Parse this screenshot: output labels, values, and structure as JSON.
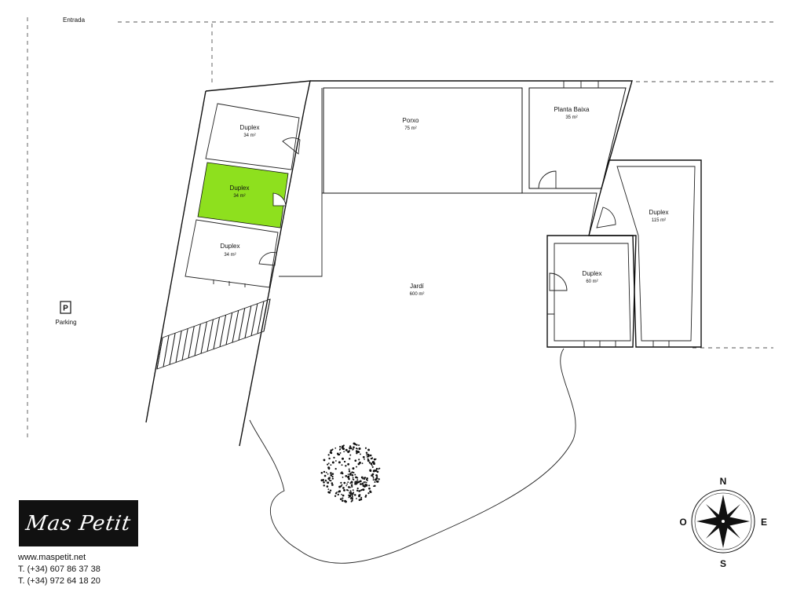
{
  "plan": {
    "entrance_label": "Entrada",
    "parking": {
      "icon_letter": "P",
      "label": "Parking"
    },
    "rooms": [
      {
        "id": "duplex-top",
        "name": "Duplex",
        "area": "34 m²",
        "selected": false
      },
      {
        "id": "duplex-mid",
        "name": "Duplex",
        "area": "34 m²",
        "selected": true
      },
      {
        "id": "duplex-low",
        "name": "Duplex",
        "area": "34 m²",
        "selected": false
      },
      {
        "id": "porxo",
        "name": "Porxo",
        "area": "75 m²",
        "selected": false
      },
      {
        "id": "planta-baixa",
        "name": "Planta Baixa",
        "area": "35 m²",
        "selected": false
      },
      {
        "id": "duplex-115",
        "name": "Duplex",
        "area": "115 m²",
        "selected": false
      },
      {
        "id": "duplex-60",
        "name": "Duplex",
        "area": "60 m²",
        "selected": false
      },
      {
        "id": "jardi",
        "name": "Jardí",
        "area": "600 m²",
        "selected": false
      }
    ],
    "compass": {
      "north": "N",
      "south": "S",
      "east": "E",
      "west": "O"
    }
  },
  "colors": {
    "selected_room": "#8ee01e",
    "walls": "#111111",
    "background": "#ffffff"
  },
  "brand": {
    "logo_text": "Mas Petit",
    "website": "www.maspetit.net",
    "phone_1": "T. (+34) 607 86 37 38",
    "phone_2": "T. (+34) 972 64 18 20"
  }
}
